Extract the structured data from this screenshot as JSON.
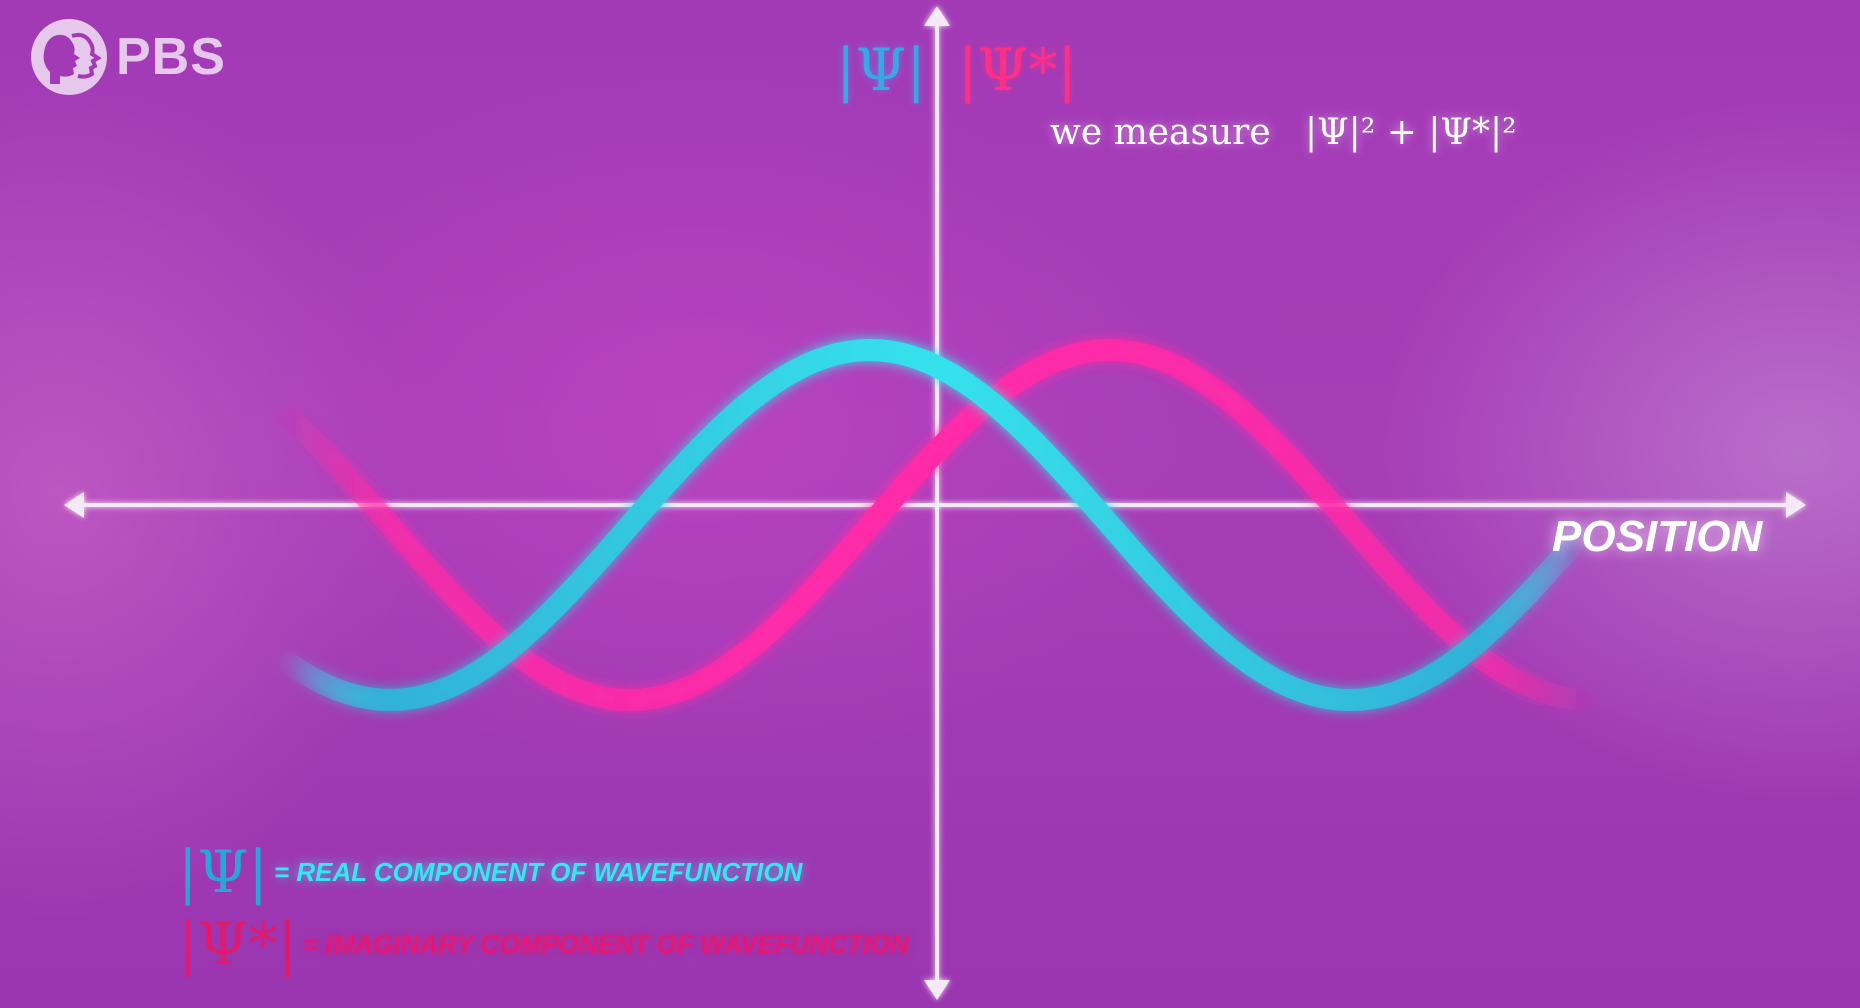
{
  "logo": {
    "text": "PBS"
  },
  "top_symbols": {
    "real": "|Ψ|",
    "imaginary": "|Ψ*|"
  },
  "measurement": {
    "prefix": "we measure",
    "formula": "|Ψ|² + |Ψ*|²"
  },
  "axis": {
    "x_label": "POSITION"
  },
  "legend": [
    {
      "symbol": "|Ψ|",
      "text": "= REAL COMPONENT OF WAVEFUNCTION"
    },
    {
      "symbol": "|Ψ*|",
      "text": "= IMAGINARY COMPONENT OF WAVEFUNCTION"
    }
  ],
  "colors": {
    "real": "#36e2ec",
    "imaginary": "#ff2aa8",
    "axis": "#f4eaf6",
    "dashed_line": "#e6dcec"
  },
  "curves": {
    "real": {
      "phase_shift": 0
    },
    "imaginary": {
      "phase_shift": 0.25
    }
  }
}
